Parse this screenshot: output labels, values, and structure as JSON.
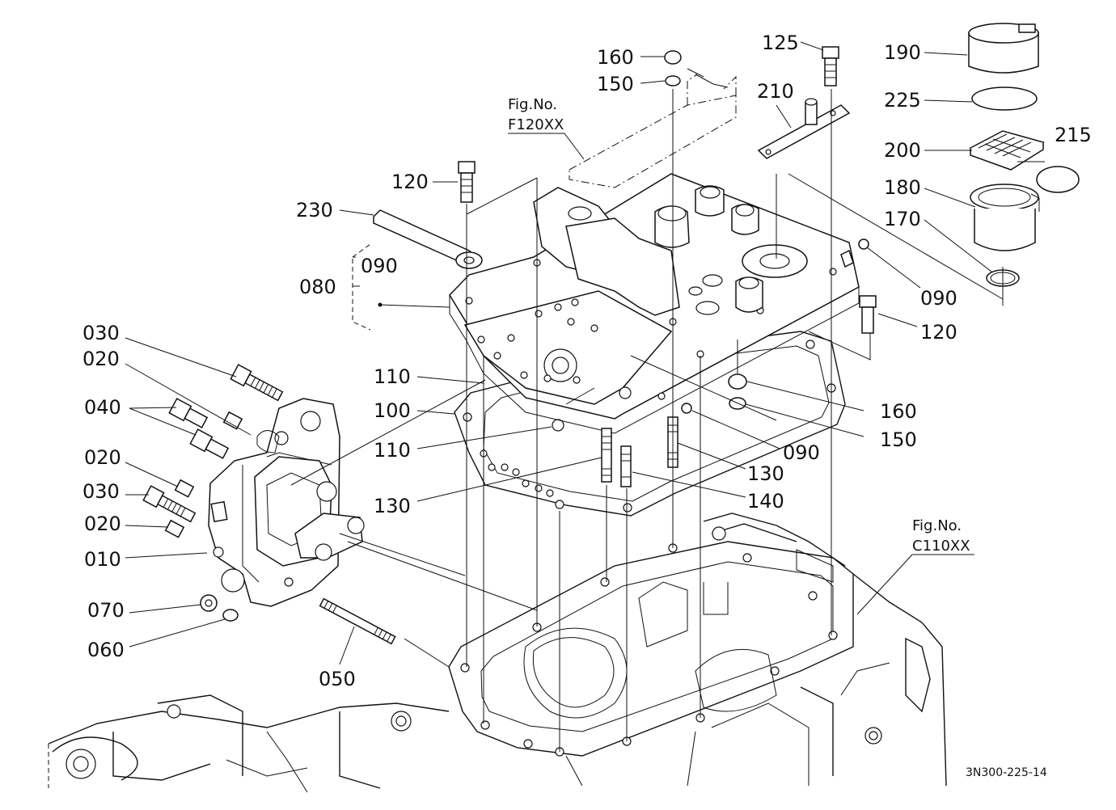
{
  "diagram": {
    "figure_code": "3N300-225-14",
    "references": [
      {
        "id": "ref-f120",
        "lines": [
          "Fig.No.",
          "F120XX"
        ]
      },
      {
        "id": "ref-c110",
        "lines": [
          "Fig.No.",
          "C110XX"
        ]
      }
    ],
    "callouts": [
      {
        "id": "c160a",
        "text": "160"
      },
      {
        "id": "c150a",
        "text": "150"
      },
      {
        "id": "c125",
        "text": "125"
      },
      {
        "id": "c210",
        "text": "210"
      },
      {
        "id": "c190",
        "text": "190"
      },
      {
        "id": "c225",
        "text": "225"
      },
      {
        "id": "c200",
        "text": "200"
      },
      {
        "id": "c215",
        "text": "215"
      },
      {
        "id": "c180",
        "text": "180"
      },
      {
        "id": "c170",
        "text": "170"
      },
      {
        "id": "c120a",
        "text": "120"
      },
      {
        "id": "c230",
        "text": "230"
      },
      {
        "id": "c080",
        "text": "080"
      },
      {
        "id": "c090a",
        "text": "090"
      },
      {
        "id": "c090b",
        "text": "090"
      },
      {
        "id": "c120b",
        "text": "120"
      },
      {
        "id": "c030a",
        "text": "030"
      },
      {
        "id": "c020a",
        "text": "020"
      },
      {
        "id": "c040",
        "text": "040"
      },
      {
        "id": "c020b",
        "text": "020"
      },
      {
        "id": "c030b",
        "text": "030"
      },
      {
        "id": "c020c",
        "text": "020"
      },
      {
        "id": "c010",
        "text": "010"
      },
      {
        "id": "c070",
        "text": "070"
      },
      {
        "id": "c060",
        "text": "060"
      },
      {
        "id": "c050",
        "text": "050"
      },
      {
        "id": "c110a",
        "text": "110"
      },
      {
        "id": "c100",
        "text": "100"
      },
      {
        "id": "c110b",
        "text": "110"
      },
      {
        "id": "c130a",
        "text": "130"
      },
      {
        "id": "c160b",
        "text": "160"
      },
      {
        "id": "c150b",
        "text": "150"
      },
      {
        "id": "c090c",
        "text": "090"
      },
      {
        "id": "c130b",
        "text": "130"
      },
      {
        "id": "c140",
        "text": "140"
      }
    ]
  }
}
